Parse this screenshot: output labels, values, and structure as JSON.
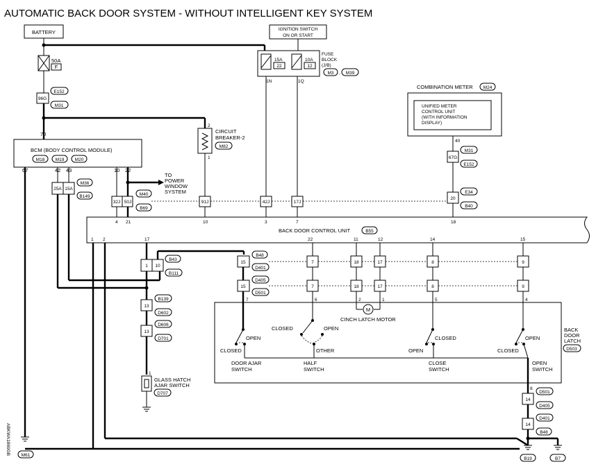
{
  "title": "AUTOMATIC BACK DOOR SYSTEM - WITHOUT INTELLIGENT KEY SYSTEM",
  "side_code": "ABKWA1869GB",
  "battery": "BATTERY",
  "ignition": [
    "IGNITION SWITCH",
    "ON OR START"
  ],
  "fuse_main": {
    "amp": "50A",
    "id": "F"
  },
  "fuse_block": {
    "label": [
      "FUSE",
      "BLOCK",
      "(J/B)"
    ],
    "fuses": [
      {
        "amp": "15A",
        "id": "22",
        "out": "1N"
      },
      {
        "amp": "10A",
        "id": "12",
        "out": "1Q"
      }
    ],
    "conn": [
      "M3",
      "M39"
    ]
  },
  "conn_left_top": {
    "pin": "96G",
    "ids": [
      "E152",
      "M31"
    ]
  },
  "pin70": "70",
  "breaker": {
    "label": [
      "CIRCUIT",
      "BREAKER-2"
    ],
    "id": "M82",
    "pin_in": "2",
    "pin_out": "1"
  },
  "bcm": {
    "label": "BCM (BODY CONTROL MODULE)",
    "conns": [
      "M18",
      "M19",
      "M20"
    ],
    "pins": [
      "67",
      "42",
      "43",
      "10",
      "22"
    ],
    "sub_pins": [
      "25A",
      "15A"
    ],
    "sub_ids": [
      "M36",
      "B149"
    ]
  },
  "to_power": [
    "TO",
    "POWER",
    "WINDOW",
    "SYSTEM"
  ],
  "bcm_right_conn": {
    "pins": [
      "32J",
      "50J"
    ],
    "ids": [
      "M40",
      "B69"
    ],
    "out": [
      "4",
      "21"
    ]
  },
  "row_conn": [
    "91J",
    "42J",
    "17J"
  ],
  "meter": {
    "label": "COMBINATION METER",
    "id": "M24",
    "inner": [
      "UNIFIED METER",
      "CONTROL UNIT",
      "(WITH INFORMATION",
      "DISPLAY)"
    ],
    "pin": "40",
    "conn1": {
      "pin": "67G",
      "ids": [
        "M31",
        "E152"
      ]
    },
    "conn2": {
      "pin": "20",
      "ids": [
        "E34",
        "B40"
      ]
    }
  },
  "bdcu": {
    "label": "BACK DOOR CONTROL UNIT",
    "id": "B55",
    "top_pins": [
      "4",
      "21",
      "10",
      "3",
      "7",
      "18"
    ],
    "bottom_pins": [
      "1",
      "2",
      "17",
      "22",
      "11",
      "12",
      "14",
      "15"
    ]
  },
  "conn_b43": {
    "pins": [
      "1",
      "10"
    ],
    "ids": [
      "B43",
      "B111"
    ]
  },
  "conn_b139": {
    "pin": "13",
    "ids": [
      "B139",
      "D602"
    ]
  },
  "conn_d606": {
    "pin": "13",
    "ids": [
      "D606",
      "D701"
    ]
  },
  "glass": {
    "pin": "1",
    "label": [
      "GLASS HATCH",
      "AJAR SWITCH"
    ],
    "id": "D707"
  },
  "row1": {
    "values": [
      "15",
      "7",
      "18",
      "17",
      "8",
      "9"
    ],
    "ids": [
      "B48",
      "D401"
    ]
  },
  "row2": {
    "values": [
      "15",
      "7",
      "18",
      "17",
      "8",
      "9"
    ],
    "ids": [
      "D405",
      "D501"
    ]
  },
  "latch_pins": [
    "7",
    "6",
    "2",
    "1",
    "5",
    "4"
  ],
  "motor": {
    "symbol": "M",
    "label": "CINCH LATCH MOTOR"
  },
  "latch": {
    "label": [
      "BACK",
      "DOOR",
      "LATCH"
    ],
    "id": "D503"
  },
  "switches": [
    {
      "state_a": "OPEN",
      "state_b": "CLOSED",
      "name": [
        "DOOR AJAR",
        "SWITCH"
      ]
    },
    {
      "state_a": "CLOSED",
      "state_b": "OPEN",
      "state_c": "OTHER",
      "name": [
        "HALF",
        "SWITCH"
      ]
    },
    {
      "state_a": "CLOSED",
      "state_b": "OPEN",
      "name": [
        "CLOSE",
        "SWITCH"
      ]
    },
    {
      "state_a": "OPEN",
      "state_b": "CLOSED",
      "name": [
        "OPEN",
        "SWITCH"
      ]
    }
  ],
  "ground_chain": {
    "pin8": "8",
    "c1": {
      "pin": "14",
      "ids": [
        "D501",
        "D405"
      ]
    },
    "c2": {
      "pin": "14",
      "ids": [
        "D401",
        "B48"
      ]
    }
  },
  "grounds": [
    "M61",
    "B19",
    "B7"
  ]
}
